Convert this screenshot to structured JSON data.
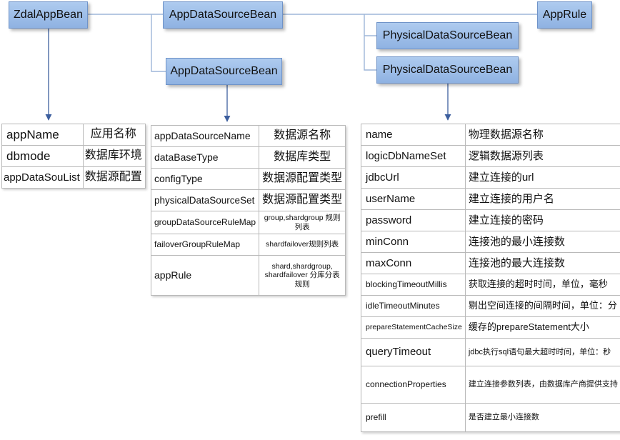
{
  "beans": {
    "zdal": "ZdalAppBean",
    "ads_top": "AppDataSourceBean",
    "ads_mid": "AppDataSourceBean",
    "app_rule": "AppRule",
    "pds1": "PhysicalDataSourceBean",
    "pds2": "PhysicalDataSourceBean"
  },
  "zdal_props": [
    {
      "name": "appName",
      "desc": "应用名称"
    },
    {
      "name": "dbmode",
      "desc": "数据库环境"
    },
    {
      "name": "appDataSouList",
      "desc": "数据源配置"
    }
  ],
  "ads_props": [
    {
      "name": "appDataSourceName",
      "desc": "数据源名称"
    },
    {
      "name": "dataBaseType",
      "desc": "数据库类型"
    },
    {
      "name": "configType",
      "desc": "数据源配置类型"
    },
    {
      "name": "physicalDataSourceSet",
      "desc": "数据源配置类型"
    },
    {
      "name": "groupDataSourceRuleMap",
      "desc": "group,shardgroup 规则列表"
    },
    {
      "name": "failoverGroupRuleMap",
      "desc": "shardfailover规则列表"
    },
    {
      "name": "appRule",
      "desc": "shard,shardgroup, shardfailover 分库分表规则"
    }
  ],
  "pds_props": [
    {
      "name": "name",
      "desc": "物理数据源名称"
    },
    {
      "name": "logicDbNameSet",
      "desc": "逻辑数据源列表"
    },
    {
      "name": "jdbcUrl",
      "desc": "建立连接的url"
    },
    {
      "name": "userName",
      "desc": "建立连接的用户名"
    },
    {
      "name": "password",
      "desc": "建立连接的密码"
    },
    {
      "name": "minConn",
      "desc": "连接池的最小连接数"
    },
    {
      "name": "maxConn",
      "desc": "连接池的最大连接数"
    },
    {
      "name": "blockingTimeoutMillis",
      "desc": "获取连接的超时时间，单位，毫秒"
    },
    {
      "name": "idleTimeoutMinutes",
      "desc": "剔出空间连接的间隔时间，单位：分"
    },
    {
      "name": "prepareStatementCacheSize",
      "desc": "缓存的prepareStatement大小"
    },
    {
      "name": "queryTimeout",
      "desc": "jdbc执行sql语句最大超时时间，单位：秒"
    },
    {
      "name": "connectionProperties",
      "desc": "建立连接参数列表，由数据库产商提供支持"
    },
    {
      "name": "prefill",
      "desc": "是否建立最小连接数"
    }
  ],
  "colors": {
    "bean_fill": "#9dbde8",
    "bean_border": "#6f93c8",
    "arrow": "#3d5f9e",
    "wire": "#9eb6d8"
  }
}
